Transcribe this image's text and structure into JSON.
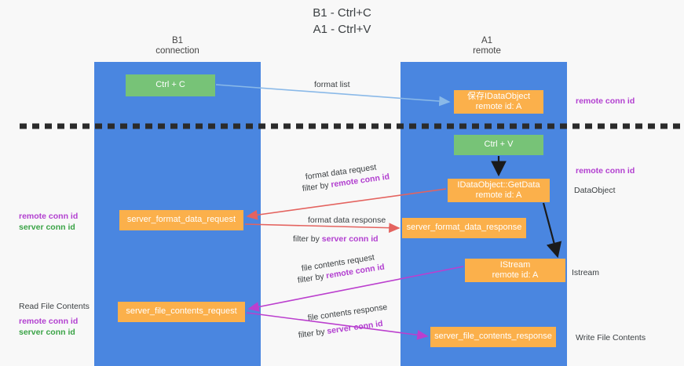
{
  "title": {
    "line1": "B1 - Ctrl+C",
    "line2": "A1 - Ctrl+V"
  },
  "lanes": {
    "b1": {
      "name": "B1",
      "role": "connection"
    },
    "a1": {
      "name": "A1",
      "role": "remote"
    }
  },
  "boxes": {
    "ctrl_c": {
      "label": "Ctrl + C",
      "color": "#77c377"
    },
    "save_dataobject": {
      "line1": "保存IDataObject",
      "line2": "remote id: A",
      "color": "#fbb04b"
    },
    "ctrl_v": {
      "label": "Ctrl + V",
      "color": "#77c377"
    },
    "getdata": {
      "line1": "IDataObject::GetData",
      "line2": "remote id: A",
      "color": "#fbb04b"
    },
    "server_format_data_request": {
      "label": "server_format_data_request",
      "color": "#fbb04b"
    },
    "server_format_data_response": {
      "label": "server_format_data_response",
      "color": "#fbb04b"
    },
    "istream": {
      "line1": "IStream",
      "line2": "remote id: A",
      "color": "#fbb04b"
    },
    "server_file_contents_request": {
      "label": "server_file_contents_request",
      "color": "#fbb04b"
    },
    "server_file_contents_response": {
      "label": "server_file_contents_response",
      "color": "#fbb04b"
    }
  },
  "edge_labels": {
    "format_list": "format list",
    "format_data_request": "format data request",
    "format_data_request_filter_prefix": "filter by ",
    "format_data_request_filter_key": "remote conn id",
    "format_data_response": "format data response",
    "format_data_response_filter_prefix": "filter by ",
    "format_data_response_filter_key": "server conn id",
    "file_contents_request": "file contents request",
    "file_contents_request_filter_prefix": "filter by ",
    "file_contents_request_filter_key": "remote conn id",
    "file_contents_response": "file contents response",
    "file_contents_response_filter_prefix": "filter by ",
    "file_contents_response_filter_key": "server conn id"
  },
  "annotations": {
    "right_top_remote_conn_id": "remote conn id",
    "right_mid_remote_conn_id": "remote conn id",
    "right_dataobject": "DataObject",
    "right_istream": "Istream",
    "right_write_file_contents": "Write File Contents",
    "left_remote_conn_id": "remote conn id",
    "left_server_conn_id": "server conn id",
    "left_read_file_contents": "Read File Contents",
    "left_lower_remote_conn_id": "remote conn id",
    "left_lower_server_conn_id": "server conn id"
  },
  "colors": {
    "lane": "#4a86e0",
    "green_box": "#77c377",
    "orange_box": "#fbb04b",
    "purple_text": "#b23fd0",
    "green_text": "#3aa346",
    "arrow_blue": "#8ab9e8",
    "arrow_red": "#e4635f",
    "arrow_purple": "#bb3fce",
    "arrow_black": "#1a1a1a",
    "divider": "#2b2b2b",
    "background": "#f8f8f8"
  }
}
